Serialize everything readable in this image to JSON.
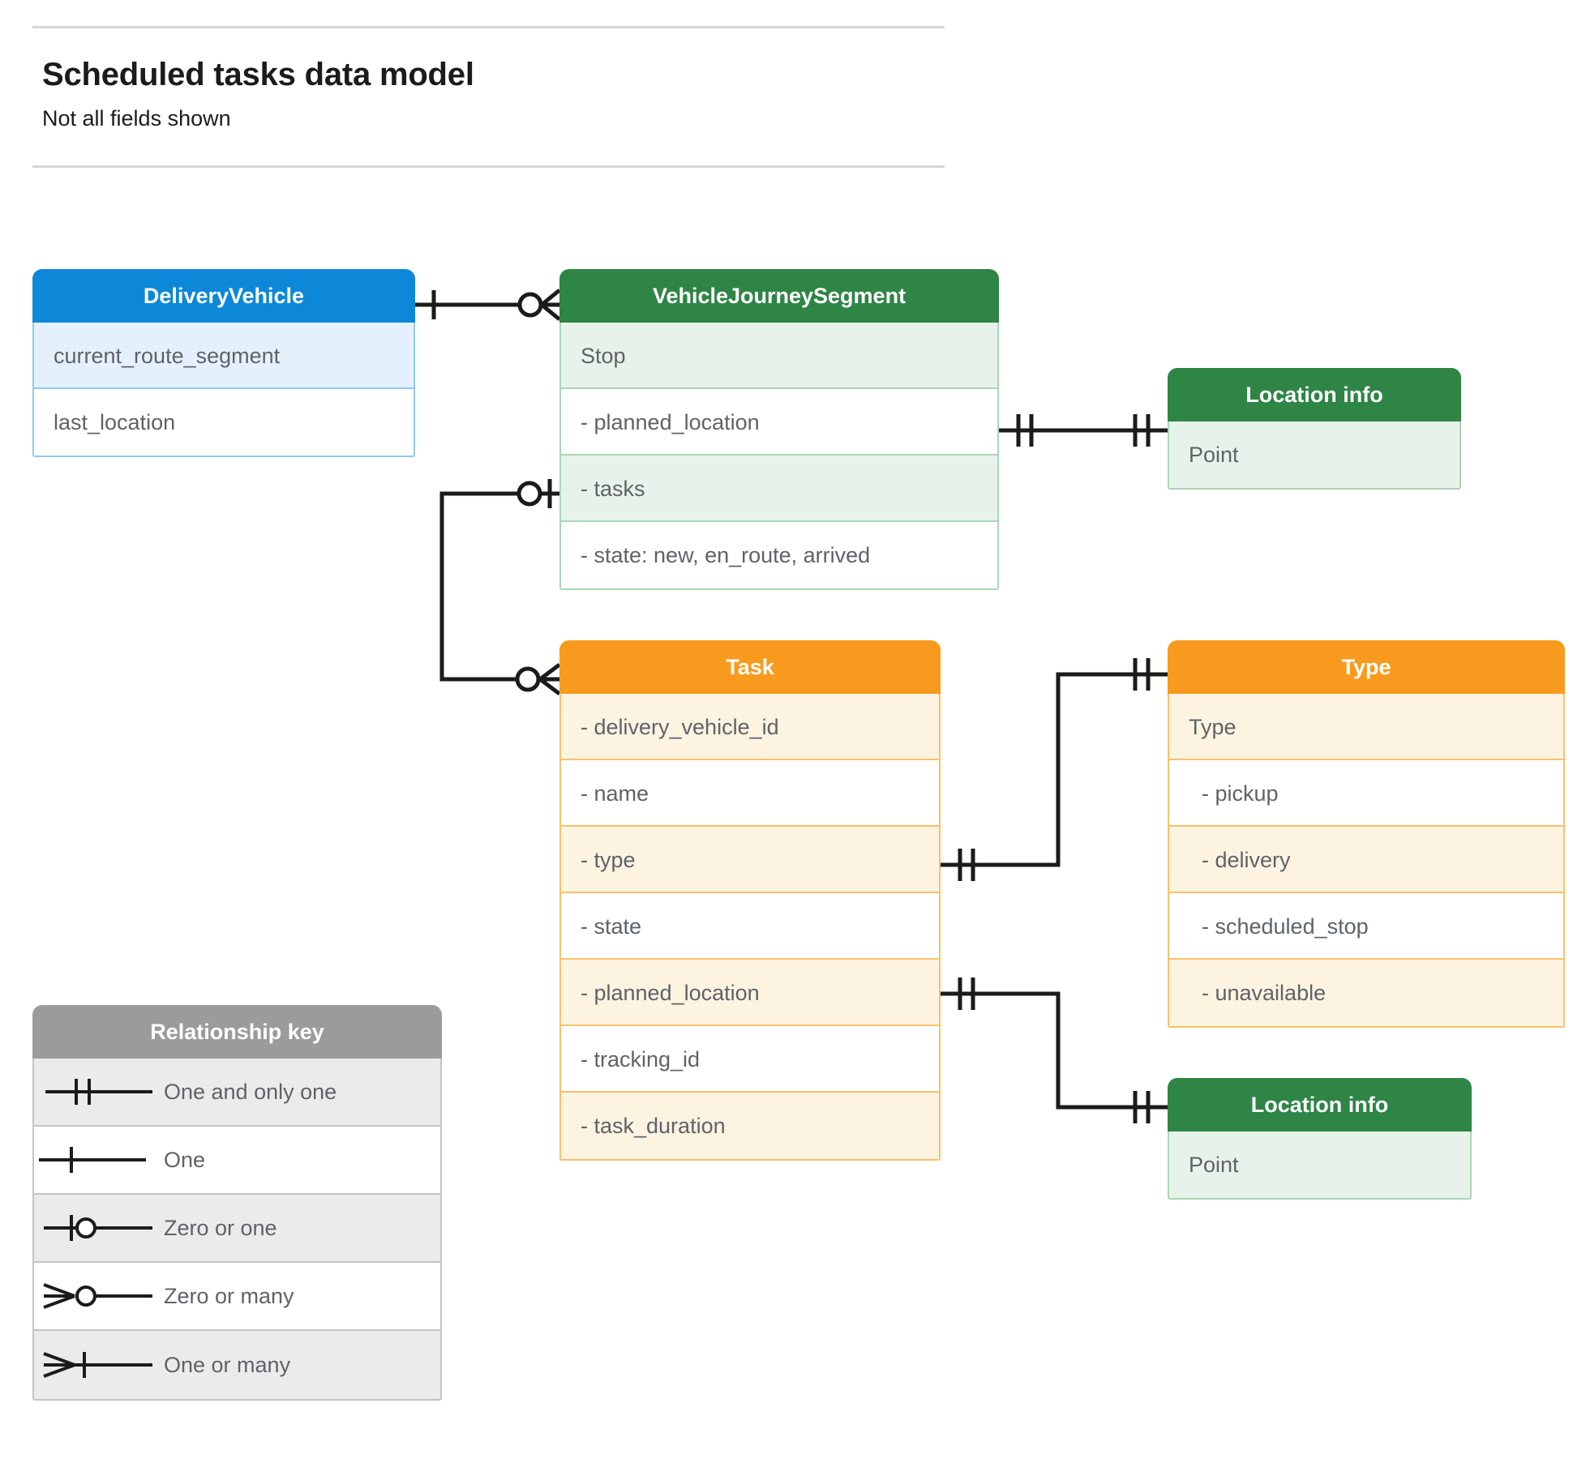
{
  "header": {
    "title": "Scheduled tasks data model",
    "subtitle": "Not all fields shown"
  },
  "colors": {
    "blue_header": "#0d87d8",
    "blue_row": "#e4f1fc",
    "blue_border": "#8fc9ef",
    "green_header": "#2e8545",
    "green_row": "#e7f3ea",
    "green_border": "#a9d7b4",
    "orange_header": "#f89a1e",
    "orange_row": "#fdf3e1",
    "orange_border": "#f8c269",
    "grey_header": "#9b9b9b",
    "grey_row": "#ebebeb",
    "grey_border": "#c4c4c4",
    "connector": "#1b1b1b",
    "text": "#5f6368",
    "rule": "#d6d6d6"
  },
  "entities": {
    "delivery_vehicle": {
      "title": "DeliveryVehicle",
      "rows": [
        "current_route_segment",
        "last_location"
      ]
    },
    "vehicle_journey_segment": {
      "title": "VehicleJourneySegment",
      "rows": [
        "Stop",
        "-  planned_location",
        "- tasks",
        "- state: new, en_route, arrived"
      ]
    },
    "location_info_top": {
      "title": "Location info",
      "rows": [
        "Point"
      ]
    },
    "location_info_bottom": {
      "title": "Location info",
      "rows": [
        "Point"
      ]
    },
    "task": {
      "title": "Task",
      "rows": [
        "- delivery_vehicle_id",
        "- name",
        "- type",
        "- state",
        "- planned_location",
        "- tracking_id",
        "- task_duration"
      ]
    },
    "type": {
      "title": "Type",
      "rows": [
        "Type",
        "-   pickup",
        "-   delivery",
        "-   scheduled_stop",
        "-   unavailable"
      ]
    }
  },
  "legend": {
    "title": "Relationship key",
    "items": [
      {
        "symbol": "one-and-only-one",
        "label": "One and only one"
      },
      {
        "symbol": "one",
        "label": "One"
      },
      {
        "symbol": "zero-or-one",
        "label": "Zero or one"
      },
      {
        "symbol": "zero-or-many",
        "label": "Zero or many"
      },
      {
        "symbol": "one-or-many",
        "label": "One or many"
      }
    ]
  },
  "relationships": [
    {
      "from": "DeliveryVehicle",
      "from_cardinality": "One",
      "to": "VehicleJourneySegment",
      "to_cardinality": "Zero or many"
    },
    {
      "from": "VehicleJourneySegment.planned_location",
      "from_cardinality": "One and only one",
      "to": "Location info",
      "to_cardinality": "One and only one"
    },
    {
      "from": "VehicleJourneySegment.tasks",
      "from_cardinality": "Zero or one",
      "to": "Task",
      "to_cardinality": "Zero or many"
    },
    {
      "from": "Task.type",
      "from_cardinality": "One and only one",
      "to": "Type",
      "to_cardinality": "One and only one"
    },
    {
      "from": "Task.planned_location",
      "from_cardinality": "One and only one",
      "to": "Location info",
      "to_cardinality": "One and only one"
    }
  ]
}
